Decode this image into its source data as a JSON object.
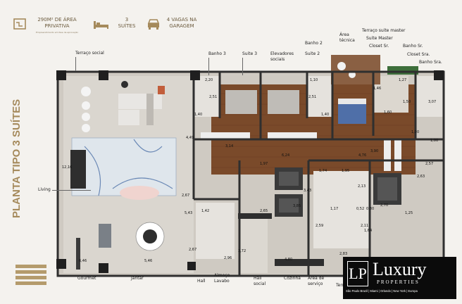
{
  "header": {
    "area_value": "290M² DE ÁREA",
    "area_label": "PRIVATIVA",
    "area_note": "Empreendimento em fase de aprovação",
    "suites_count": "3",
    "suites_label": "SUÍTES",
    "garage_count": "4 VAGAS NA",
    "garage_label": "GARAGEM"
  },
  "plan_title": "PLANTA TIPO 3 SUÍTES",
  "rooms": {
    "terraco_social": "Terraço social",
    "banho3": "Banho 3",
    "suite3": "Suite 3",
    "elevadores": "Elevadores",
    "elevadores2": "sociais",
    "banho2": "Banho 2",
    "suite2": "Suite 2",
    "area_tecnica": "Área",
    "area_tecnica2": "técnica",
    "terraco_master": "Terraço suite master",
    "suite_master": "Suite Master",
    "closet_sr": "Closet Sr.",
    "banho_sr": "Banho Sr.",
    "closet_sra": "Closet Sra.",
    "banho_sra": "Banho Sra.",
    "living": "Living",
    "gourmet": "Gourmet",
    "jantar": "Jantar",
    "hall": "Hall",
    "almoco": "Almoço",
    "lavabo": "Lavabo",
    "hall_social": "Hall",
    "hall_social2": "social",
    "cozinha": "Cozinha",
    "area_servico": "Área de",
    "area_servico2": "serviço",
    "terr": "Terr"
  },
  "dimensions": [
    "2,20",
    "2,51",
    "1,40",
    "3,14",
    "1,10",
    "2,51",
    "1,40",
    "1,46",
    "1,27",
    "1,60",
    "1,50",
    "3,07",
    "1,00",
    "1,00",
    "6,24",
    "4,76",
    "2,57",
    "4,49",
    "12,16",
    "1,97",
    "1,74",
    "1,95",
    "2,13",
    "2,70",
    "2,63",
    "3,43",
    "3,85",
    "2,67",
    "1,42",
    "2,65",
    "5,43",
    "1,17",
    "0,52",
    "0,80",
    "2,11",
    "1,64",
    "1,25",
    "6,46",
    "5,46",
    "2,67",
    "2,96",
    "2,72",
    "4,80",
    "2,59",
    "2,83",
    "3,90"
  ],
  "brand": {
    "logo": "LP",
    "name": "Luxury",
    "sub": "PROPERTIES",
    "cities": "São Paulo Brazil | Miami | Orlando | New York | Europa"
  },
  "colors": {
    "gold": "#a58a5c",
    "wood": "#7a4a2a",
    "wall": "#3a3a3a",
    "floor": "#cfcac2",
    "brand_bg": "#0b0b0b"
  }
}
